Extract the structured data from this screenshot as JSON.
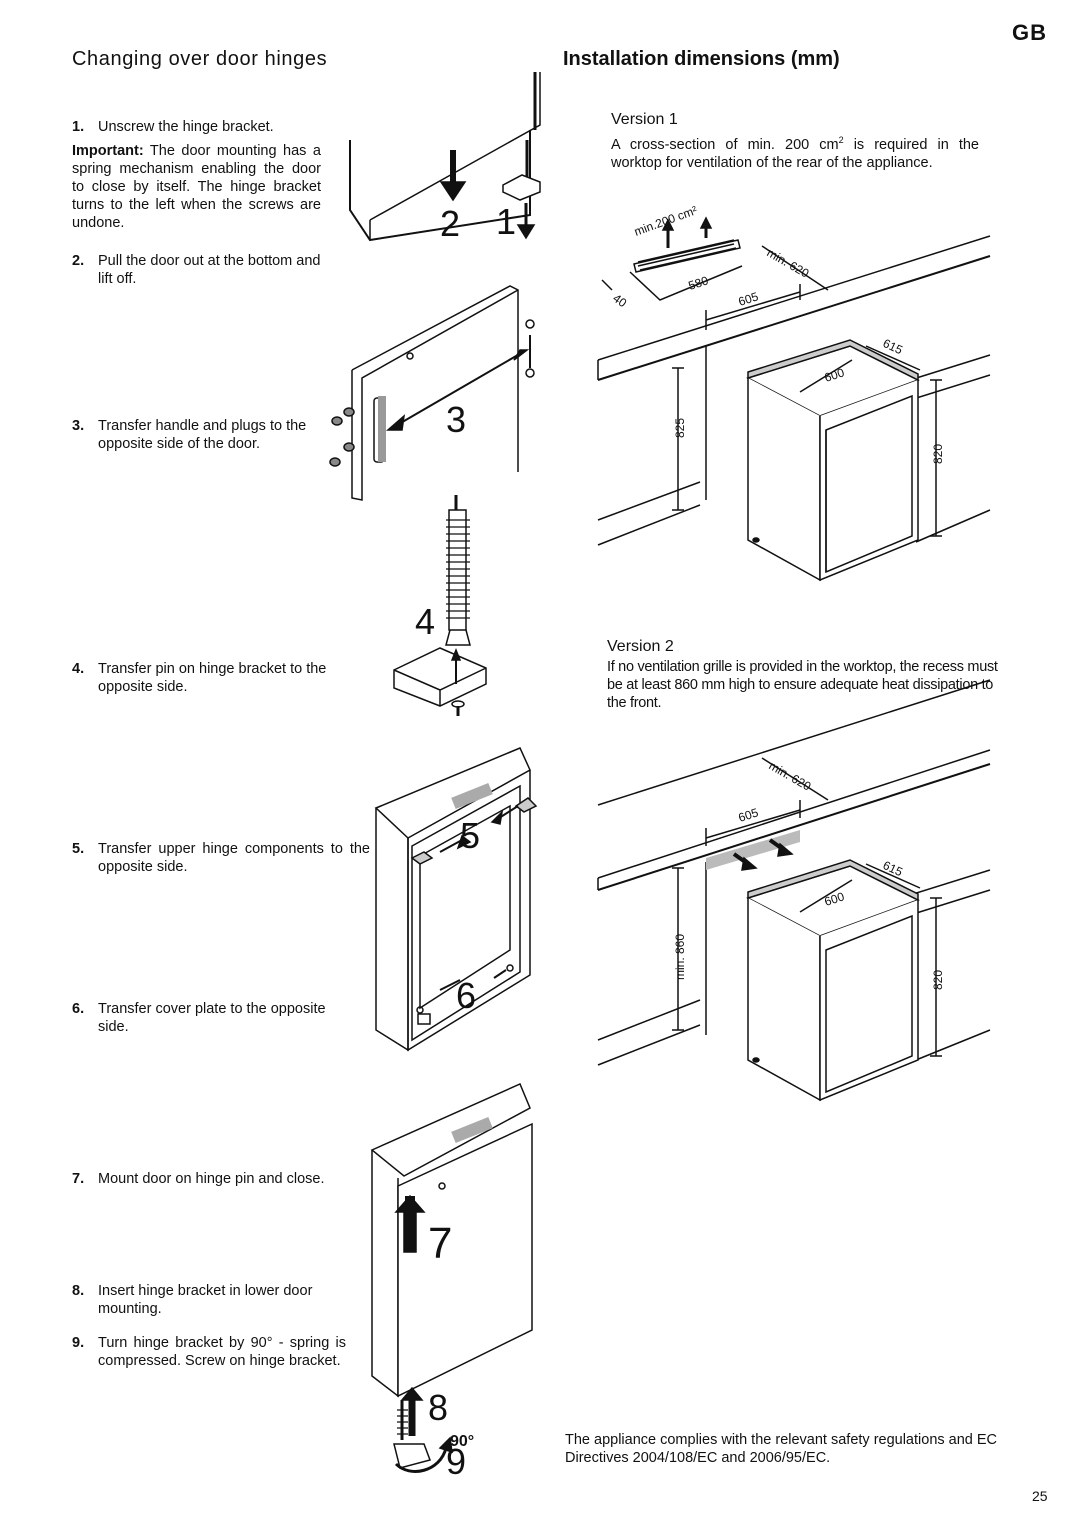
{
  "region_tag": "GB",
  "left": {
    "heading": "Changing over door hinges",
    "steps": [
      {
        "num": "1.",
        "text": "Unscrew the hinge bracket."
      },
      {
        "important_label": "Important:",
        "important_text": "The door mounting has a spring mechanism enabling the door to close by itself. The hinge bracket turns to the left when the screws are undone."
      },
      {
        "num": "2.",
        "text": "Pull the door out at the bottom and lift off."
      },
      {
        "num": "3.",
        "text": "Transfer handle and plugs to the opposite side of the door."
      },
      {
        "num": "4.",
        "text": "Transfer pin on hinge bracket to the opposite side."
      },
      {
        "num": "5.",
        "text": "Transfer upper hinge components to the opposite side."
      },
      {
        "num": "6.",
        "text": "Transfer cover plate to the opposite side."
      },
      {
        "num": "7.",
        "text": "Mount door on hinge pin and close."
      },
      {
        "num": "8.",
        "text": "Insert hinge bracket in lower door mounting."
      },
      {
        "num": "9.",
        "text": "Turn hinge bracket by 90° - spring is compressed. Screw on hinge bracket."
      }
    ],
    "figure_numbers": [
      "2",
      "1",
      "3",
      "4",
      "5",
      "6",
      "7",
      "8",
      "9",
      "90°"
    ]
  },
  "right": {
    "heading": "Installation dimensions (mm)",
    "version1": {
      "title": "Version 1",
      "text_before_sup": "A cross-section of min. 200 cm",
      "sup": "2",
      "text_after_sup": " is required in the worktop for ventilation of the rear of the appliance.",
      "dims": {
        "grille": "min.200 cm²",
        "d40": "40",
        "d580": "580",
        "d605": "605",
        "min620": "min. 620",
        "d615": "615",
        "d600": "600",
        "d825": "825",
        "d820": "820"
      }
    },
    "version2": {
      "title": "Version 2",
      "text": "If no ventilation grille is provided in the worktop, the recess must be at least 860 mm high to ensure adequate heat dissipation to the front.",
      "dims": {
        "min620": "min. 620",
        "d605": "605",
        "d615": "615",
        "d600": "600",
        "min860": "min. 860",
        "d820": "820"
      }
    },
    "compliance": "The appliance complies with the relevant safety regulations and EC Directives 2004/108/EC and 2006/95/EC."
  },
  "page_number": "25"
}
